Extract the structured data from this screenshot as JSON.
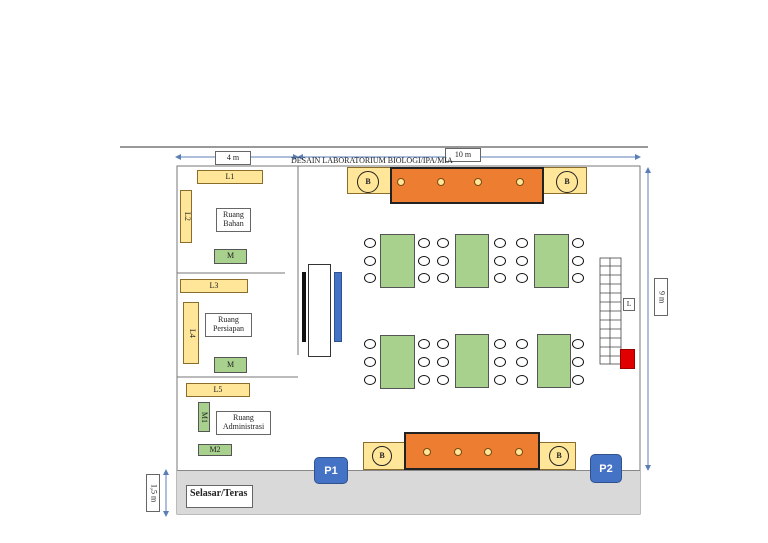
{
  "title": "DESAIN LABORATORIUM BIOLOGI/IPA/MIA",
  "dimensions": {
    "width_top_left": "4 m",
    "width_total": "10 m",
    "height_right": "9 m",
    "height_terrace": "1,5 m"
  },
  "rooms": {
    "bahan": "Ruang Bahan",
    "persiapan": "Ruang Persiapan",
    "administrasi": "Ruang Administrasi",
    "selasar": "Selasar/Teras"
  },
  "furniture": {
    "L1": "L1",
    "L2": "L2",
    "L3": "L3",
    "L4": "L4",
    "L5": "L5",
    "M": "M",
    "M1": "M1",
    "M2": "M2",
    "L": "L",
    "B": "B"
  },
  "doors": {
    "P1": "P1",
    "P2": "P2"
  },
  "colors": {
    "orange": "#ed7d31",
    "green": "#a9d18e",
    "yellow": "#ffe699",
    "blue": "#4472c4",
    "red": "#e00000",
    "terrace": "#d9d9d9"
  }
}
